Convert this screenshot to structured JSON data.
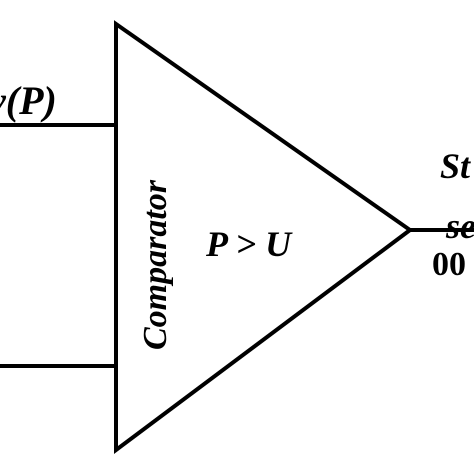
{
  "diagram": {
    "input_top_label": "v(P)",
    "comparator_label": "Comparator",
    "condition_label": "P > U",
    "output_label_line1": "St",
    "output_label_line2": "se",
    "output_code": "00"
  }
}
